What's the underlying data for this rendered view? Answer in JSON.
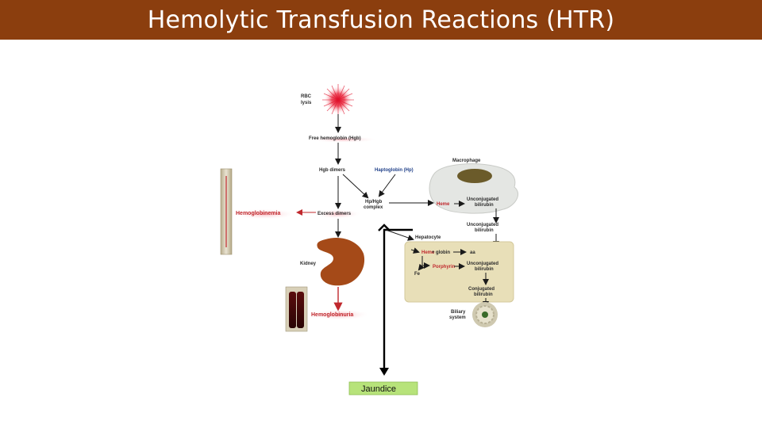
{
  "title": "Hemolytic Transfusion Reactions (HTR)",
  "diagram": {
    "rbc_lysis": "RBC\nlysis",
    "free_hemoglobin": "Free hemoglobin (Hgb)",
    "hgb_dimers": "Hgb dimers",
    "haptoglobin": "Haptoglobin (Hp)",
    "hp_hgb_complex": "Hp/Hgb\ncomplex",
    "macrophage": "Macrophage",
    "macrophage_heme": "Heme",
    "macrophage_unconjugated": "Unconjugated\nbilirubin",
    "plasma_unconjugated": "Unconjugated\nbilirubin",
    "hemoglobinemia": "Hemoglobinemia",
    "excess_dimers": "Excess dimers",
    "hepatocyte": "Hepatocyte",
    "hep_heme": "Heme",
    "hep_globin": "globin",
    "hep_aa": "aa",
    "hep_fe": "Fe",
    "hep_porphyrin": "Porphyrin",
    "hep_unconjugated": "Unconjugated\nbilirubin",
    "hep_conjugated": "Conjugated\nbilirubin",
    "kidney": "Kidney",
    "hemoglobinuria": "Hemoglobinuria",
    "biliary_system": "Biliary\nsystem",
    "jaundice": "Jaundice"
  },
  "colors": {
    "title_bar": "#8B3E0E",
    "macrophage": "#e4e6e3",
    "nucleus": "#6b5b2a",
    "hepatocyte": "#e8dfb8",
    "kidney": "#a54a18",
    "jaundice_box": "#b7e37a",
    "blood_red": "#c0282d"
  }
}
